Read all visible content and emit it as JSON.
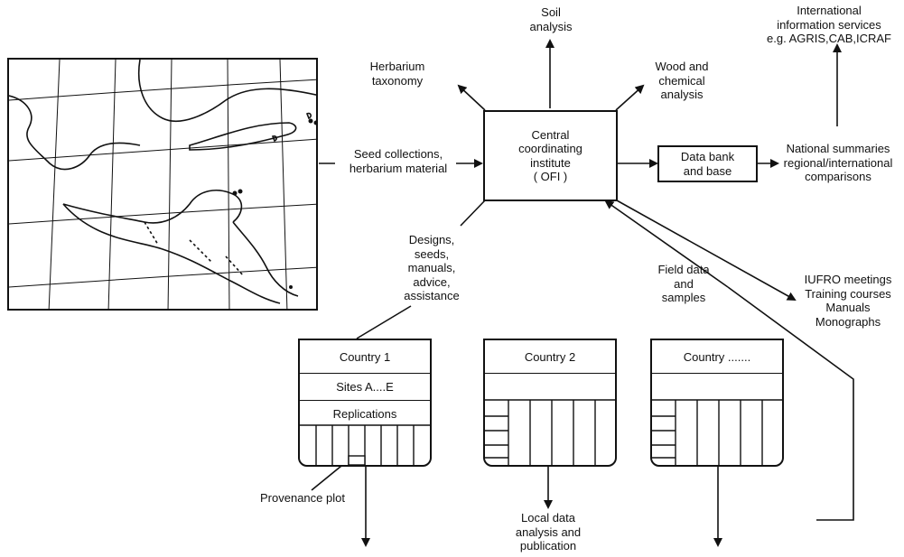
{
  "outputs": {
    "soil": "Soil\nanalysis",
    "herbarium": "Herbarium\ntaxonomy",
    "wood": "Wood and\nchemical\nanalysis",
    "international": "International\ninformation services\ne.g. AGRIS,CAB,ICRAF"
  },
  "inputs": {
    "seed": "Seed collections,\nherbarium material",
    "designs": "Designs,\nseeds,\nmanuals,\nadvice,\nassistance",
    "field": "Field data\nand\nsamples"
  },
  "central": "Central\ncoordinating\ninstitute\n( OFI )",
  "databank": "Data bank\nand base",
  "national": "National summaries\nregional/international\ncomparisons",
  "iufro": "IUFRO meetings\nTraining courses\nManuals\nMonographs",
  "countries": {
    "c1": {
      "title": "Country 1",
      "sites": "Sites A....E",
      "replications": "Replications"
    },
    "c2": {
      "title": "Country 2"
    },
    "c3": {
      "title": "Country ......."
    }
  },
  "provenance": "Provenance plot",
  "local": "Local data\nanalysis and\npublication"
}
